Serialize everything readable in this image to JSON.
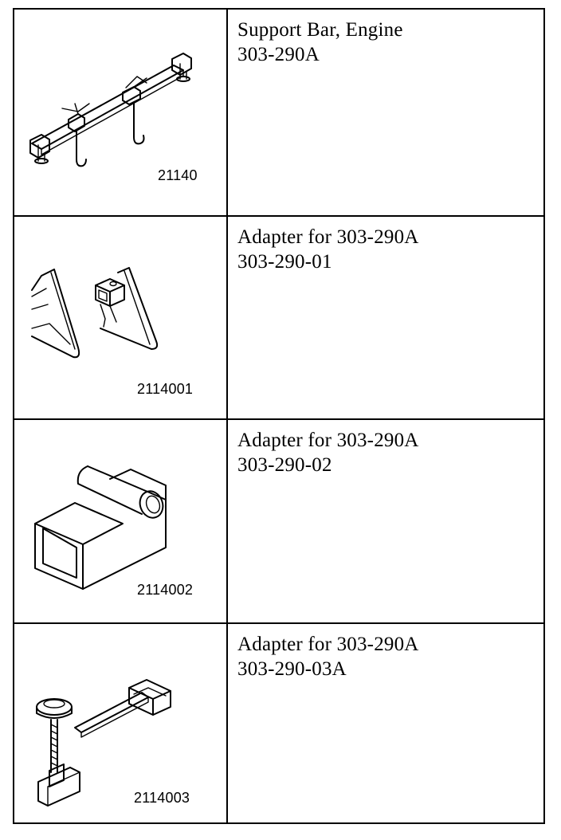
{
  "tools": [
    {
      "figure_number": "21140",
      "name": "Support Bar, Engine",
      "part_number": "303-290A"
    },
    {
      "figure_number": "2114001",
      "name": "Adapter for 303-290A",
      "part_number": "303-290-01"
    },
    {
      "figure_number": "2114002",
      "name": "Adapter for 303-290A",
      "part_number": "303-290-02"
    },
    {
      "figure_number": "2114003",
      "name": "Adapter for 303-290A",
      "part_number": "303-290-03A"
    }
  ]
}
